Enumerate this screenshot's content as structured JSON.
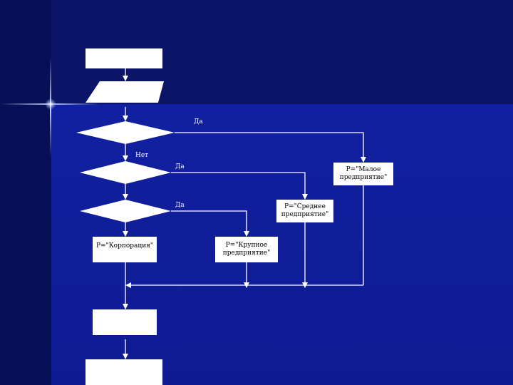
{
  "diagram": {
    "labels": {
      "yes_1": "Да",
      "no_1": "Нет",
      "yes_2": "Да",
      "yes_3": "Да"
    },
    "boxes": {
      "small": "Р=\"Малое\nпредприятие\"",
      "medium": "Р=\"Среднее\nпредприятие\"",
      "large": "Р=\"Крупное\nпредприятие\"",
      "corp": "Р=\"Корпорация\""
    }
  }
}
